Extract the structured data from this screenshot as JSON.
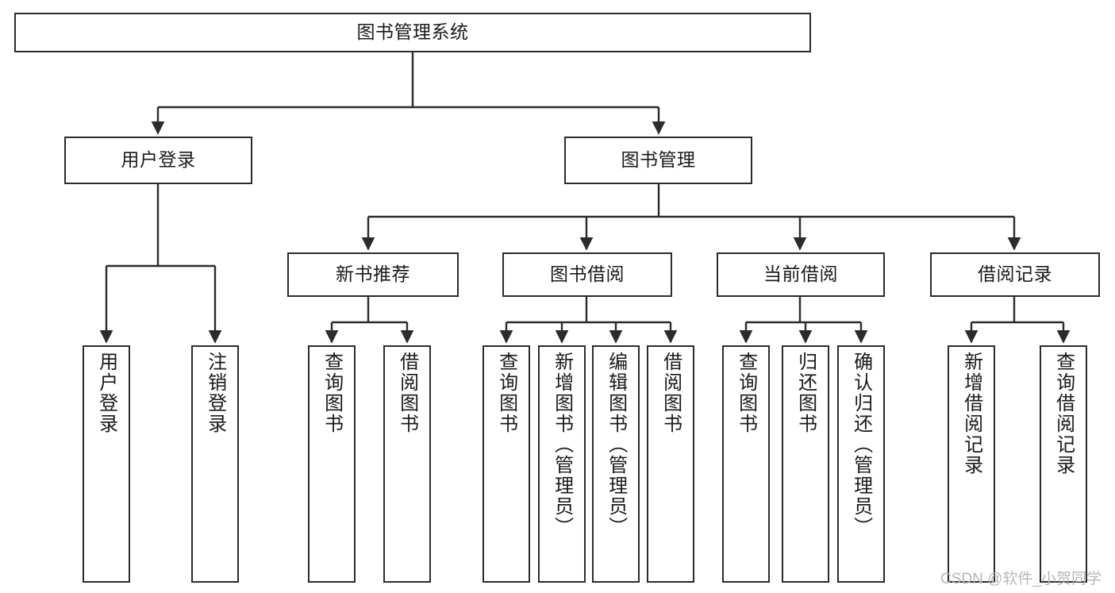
{
  "diagram": {
    "title": "图书管理系统",
    "root": {
      "label": "图书管理系统"
    },
    "tier1": [
      {
        "label": "用户登录"
      },
      {
        "label": "图书管理"
      }
    ],
    "tier2": [
      {
        "label": "新书推荐"
      },
      {
        "label": "图书借阅"
      },
      {
        "label": "当前借阅"
      },
      {
        "label": "借阅记录"
      }
    ],
    "leaves": [
      {
        "label": "用户登录"
      },
      {
        "label": "注销登录"
      },
      {
        "label": "查询图书"
      },
      {
        "label": "借阅图书"
      },
      {
        "label": "查询图书"
      },
      {
        "label": "新增图书（管理员）"
      },
      {
        "label": "编辑图书（管理员）"
      },
      {
        "label": "借阅图书"
      },
      {
        "label": "查询图书"
      },
      {
        "label": "归还图书"
      },
      {
        "label": "确认归还（管理员）"
      },
      {
        "label": "新增借阅记录"
      },
      {
        "label": "查询借阅记录"
      }
    ]
  },
  "watermark": {
    "text": "CSDN @软件_小贺同学"
  },
  "colors": {
    "stroke": "#2b2b2b",
    "fill": "#ffffff",
    "text": "#1a1a1a",
    "watermark": "#b7b7b7"
  }
}
